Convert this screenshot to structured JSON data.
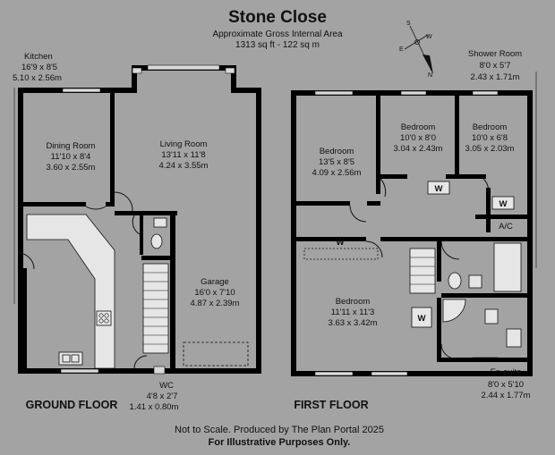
{
  "header": {
    "title": "Stone Close",
    "subtitle": "Approximate Gross Internal Area",
    "area": "1313 sq ft - 122 sq m"
  },
  "compass": {
    "s": "S",
    "w": "W",
    "e": "E",
    "n": "N"
  },
  "ground_floor": {
    "label": "GROUND FLOOR",
    "kitchen": {
      "name": "Kitchen",
      "imperial": "16'9 x 8'5",
      "metric": "5.10 x 2.56m"
    },
    "dining": {
      "name": "Dining Room",
      "imperial": "11'10 x 8'4",
      "metric": "3.60 x 2.55m"
    },
    "living": {
      "name": "Living Room",
      "imperial": "13'11 x 11'8",
      "metric": "4.24 x 3.55m"
    },
    "garage": {
      "name": "Garage",
      "imperial": "16'0 x 7'10",
      "metric": "4.87 x 2.39m"
    },
    "wc": {
      "name": "WC",
      "imperial": "4'8 x 2'7",
      "metric": "1.41 x 0.80m"
    }
  },
  "first_floor": {
    "label": "FIRST FLOOR",
    "shower": {
      "name": "Shower Room",
      "imperial": "8'0 x 5'7",
      "metric": "2.43 x 1.71m"
    },
    "bed1": {
      "name": "Bedroom",
      "imperial": "13'5 x 8'5",
      "metric": "4.09 x 2.56m"
    },
    "bed2": {
      "name": "Bedroom",
      "imperial": "10'0 x 8'0",
      "metric": "3.04 x 2.43m"
    },
    "bed3": {
      "name": "Bedroom",
      "imperial": "10'0 x 6'8",
      "metric": "3.05 x 2.03m"
    },
    "bed4": {
      "name": "Bedroom",
      "imperial": "11'11 x 11'3",
      "metric": "3.63 x 3.42m"
    },
    "ensuite": {
      "name": "En-suite",
      "imperial": "8'0 x 5'10",
      "metric": "2.44 x 1.77m"
    },
    "wardrobe": "W",
    "ac": "A/C"
  },
  "footer": {
    "line1": "Not to Scale. Produced by The Plan Portal 2025",
    "line2": "For Illustrative Purposes Only."
  }
}
